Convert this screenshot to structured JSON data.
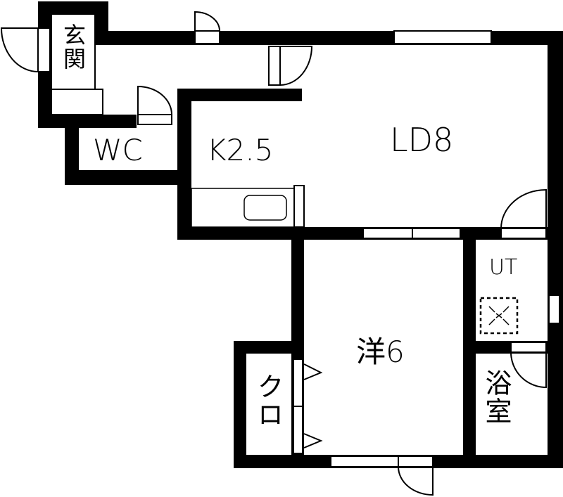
{
  "floorplan": {
    "rooms": {
      "genkan": {
        "label": "玄関"
      },
      "wc": {
        "label": "WC"
      },
      "kitchen": {
        "label": "K2.5"
      },
      "ld": {
        "label": "LD8"
      },
      "western": {
        "label": "洋6"
      },
      "closet": {
        "label": "クロ"
      },
      "utility": {
        "label": "UT"
      },
      "bath": {
        "label": "浴室"
      }
    },
    "colors": {
      "wall": "#000000",
      "background": "#ffffff"
    },
    "icons": {
      "washer": "washing-machine-space-icon",
      "sink": "kitchen-sink-icon"
    }
  }
}
